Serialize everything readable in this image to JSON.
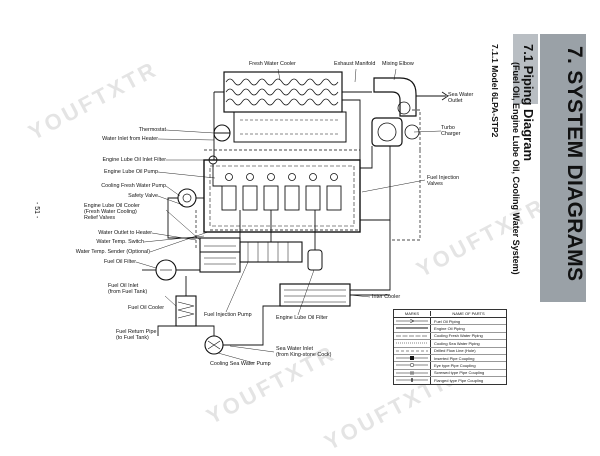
{
  "chapter": {
    "title": "7. SYSTEM DIAGRAMS"
  },
  "section": {
    "title": "7.1  Piping Diagram",
    "subtitle": "(Fuel Oil, Engine Lube Oil, Cooling Water System)"
  },
  "subsection": {
    "title": "7.1.1  Model  6LPA-STP2"
  },
  "page_number": "- 51 -",
  "watermark": "YOUFTXTR",
  "labels": {
    "fresh_water_cooler": "Fresh Water Cooler",
    "exhaust_manifold": "Exhaust Manifold",
    "mixing_elbow": "Mixing Elbow",
    "sea_water_outlet": "Sea Water\nOutlet",
    "turbo_charger": "Turbo\nCharger",
    "thermostat": "Thermostat",
    "water_inlet_heater": "Water Inlet from Heater",
    "engine_lube_oil_inlet_filter": "Engine Lube Oil Inlet Filter",
    "engine_lube_oil_pump": "Engine Lube Oil Pump",
    "cooling_fresh_water_pump": "Cooling Fresh Water Pump",
    "safety_valve": "Safety Valve",
    "engine_lube_oil_cooler": "Engine Lube Oil Cooler\n(Fresh Water Cooling)\nRelief Valves",
    "water_outlet_heater": "Water Outlet to Heater",
    "water_temp_switch": "Water Temp. Switch",
    "water_temp_sender": "Water Temp. Sender (Optional)",
    "fuel_oil_filter": "Fuel Oil Filter",
    "fuel_injection_valves": "Fuel Injection\nValves",
    "fuel_oil_inlet": "Fuel Oil Inlet\n(from Fuel Tank)",
    "fuel_oil_cooler": "Fuel Oil Cooler",
    "fuel_return_pipe": "Fuel Return Pipe\n(to Fuel Tank)",
    "fuel_injection_pump": "Fuel Injection Pump",
    "engine_lube_oil_filter": "Engine Lube Oil Filter",
    "inter_cooler": "Inter Cooler",
    "sea_water_inlet": "Sea Water Inlet\n(from King-stone Cock)",
    "cooling_sea_water_pump": "Cooling Sea Water Pump"
  },
  "legend": {
    "header_marks": "MARKS",
    "header_names": "NAME OF PARTS",
    "rows": [
      {
        "name": "Fuel Oil Piping"
      },
      {
        "name": "Engine Oil Piping"
      },
      {
        "name": "Cooling Fresh Water Piping"
      },
      {
        "name": "Cooling Sea Water Piping"
      },
      {
        "name": "Drilled Flow Line (Hole)"
      },
      {
        "name": "Inserted Pipe Coupling"
      },
      {
        "name": "Eye type Pipe Coupling"
      },
      {
        "name": "Screwed type Pipe Coupling"
      },
      {
        "name": "Flanged type Pipe Coupling"
      }
    ]
  }
}
